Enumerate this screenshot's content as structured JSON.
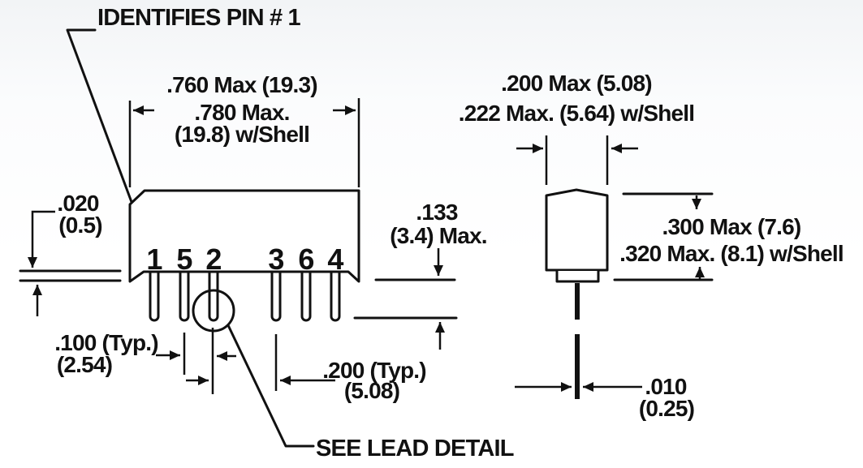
{
  "colors": {
    "ink": "#111111",
    "background": "#ffffff"
  },
  "annotations": {
    "pin1_note": "IDENTIFIES PIN # 1",
    "lead_note": "SEE LEAD DETAIL"
  },
  "front_view": {
    "pin_labels": [
      "1",
      "5",
      "2",
      "3",
      "6",
      "4"
    ],
    "body_width": {
      "line1": ".760 Max (19.3)",
      "line2": ".780 Max.",
      "line3": "(19.8) w/Shell"
    },
    "standoff": {
      "line1": ".020",
      "line2": "(0.5)"
    },
    "lead_length": {
      "line1": ".133",
      "line2": "(3.4) Max."
    },
    "pin_pitch": {
      "line1": ".100 (Typ.)",
      "line2": "(2.54)"
    },
    "pin_gap": {
      "line1": ".200 (Typ.)",
      "line2": "(5.08)"
    }
  },
  "side_view": {
    "body_depth": {
      "line1": ".200 Max (5.08)",
      "line2": ".222 Max. (5.64) w/Shell"
    },
    "body_height": {
      "line1": ".300 Max (7.6)",
      "line2": ".320 Max. (8.1) w/Shell"
    },
    "lead_diameter": {
      "line1": ".010",
      "line2": "(0.25)"
    }
  }
}
